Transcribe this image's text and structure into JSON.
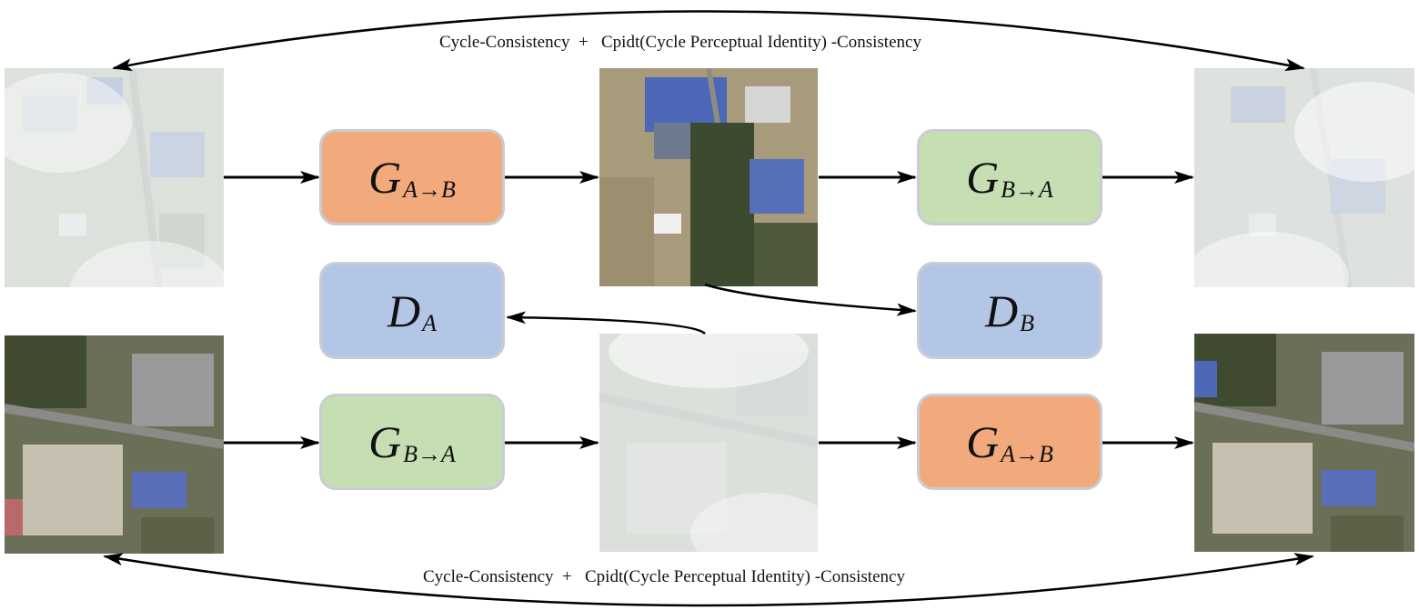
{
  "captions": {
    "top": "Cycle-Consistency  +   Cpidt(Cycle Perceptual Identity) -Consistency",
    "bottom": "Cycle-Consistency  +   Cpidt(Cycle Perceptual Identity) -Consistency"
  },
  "modules": {
    "g_ab_top": {
      "symbol": "G",
      "subscript": "A→B",
      "color": "#f2a97c"
    },
    "g_ba_top": {
      "symbol": "G",
      "subscript": "B→A",
      "color": "#c5dfb3"
    },
    "d_a": {
      "symbol": "D",
      "subscript": "A",
      "color": "#b4c6e6"
    },
    "d_b": {
      "symbol": "D",
      "subscript": "B",
      "color": "#b4c6e6"
    },
    "g_ba_bottom": {
      "symbol": "G",
      "subscript": "B→A",
      "color": "#c5dfb3"
    },
    "g_ab_bottom": {
      "symbol": "G",
      "subscript": "A→B",
      "color": "#f2a97c"
    }
  },
  "images": {
    "top_input": "cloudy-satellite-image",
    "top_translated": "clear-satellite-image",
    "top_reconstructed": "cloudy-satellite-image",
    "bottom_input": "clear-satellite-image",
    "bottom_translated": "cloudy-satellite-image",
    "bottom_reconstructed": "clear-satellite-image"
  }
}
